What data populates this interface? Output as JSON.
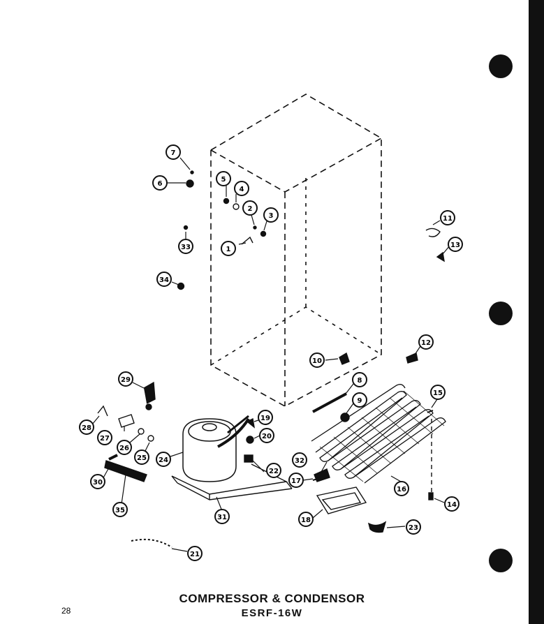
{
  "title": "COMPRESSOR & CONDENSOR",
  "model": "ESRF-16W",
  "page_number": "28",
  "callouts": [
    {
      "id": "1",
      "label": "1"
    },
    {
      "id": "2",
      "label": "2"
    },
    {
      "id": "3",
      "label": "3"
    },
    {
      "id": "4",
      "label": "4"
    },
    {
      "id": "5",
      "label": "5"
    },
    {
      "id": "6",
      "label": "6"
    },
    {
      "id": "7",
      "label": "7"
    },
    {
      "id": "8",
      "label": "8"
    },
    {
      "id": "9",
      "label": "9"
    },
    {
      "id": "10",
      "label": "10"
    },
    {
      "id": "11",
      "label": "11"
    },
    {
      "id": "12",
      "label": "12"
    },
    {
      "id": "13",
      "label": "13"
    },
    {
      "id": "14",
      "label": "14"
    },
    {
      "id": "15",
      "label": "15"
    },
    {
      "id": "16",
      "label": "16"
    },
    {
      "id": "17",
      "label": "17"
    },
    {
      "id": "18",
      "label": "18"
    },
    {
      "id": "19",
      "label": "19"
    },
    {
      "id": "20",
      "label": "20"
    },
    {
      "id": "21",
      "label": "21"
    },
    {
      "id": "22",
      "label": "22"
    },
    {
      "id": "23",
      "label": "23"
    },
    {
      "id": "24",
      "label": "24"
    },
    {
      "id": "25",
      "label": "25"
    },
    {
      "id": "26",
      "label": "26"
    },
    {
      "id": "27",
      "label": "27"
    },
    {
      "id": "28",
      "label": "28"
    },
    {
      "id": "29",
      "label": "29"
    },
    {
      "id": "30",
      "label": "30"
    },
    {
      "id": "31",
      "label": "31"
    },
    {
      "id": "32",
      "label": "32"
    },
    {
      "id": "33",
      "label": "33"
    },
    {
      "id": "34",
      "label": "34"
    },
    {
      "id": "35",
      "label": "35"
    }
  ]
}
